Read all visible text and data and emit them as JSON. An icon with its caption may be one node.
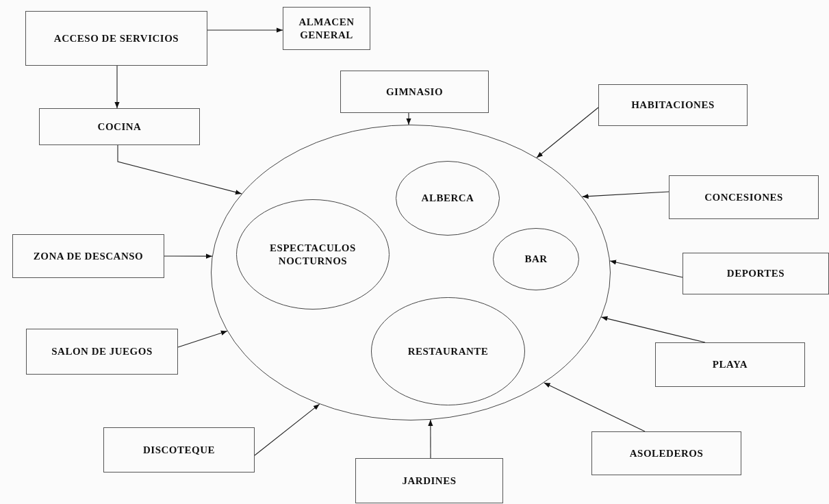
{
  "diagram": {
    "nodes": [
      {
        "text": [
          "ACCESO DE SERVICIOS"
        ]
      },
      {
        "text": [
          "ALMACEN GENERAL"
        ]
      },
      {
        "text": [
          "GIMNASIO"
        ]
      },
      {
        "text": [
          "HABITACIONES"
        ]
      },
      {
        "text": [
          "COCINA"
        ]
      },
      {
        "text": [],
        "shape": "circle"
      },
      {
        "text": [
          "ALBERCA"
        ],
        "in": 5
      },
      {
        "text": [
          "ESPECTACULOS NOCTURNOS"
        ],
        "in": 5
      },
      {
        "text": [
          "BAR"
        ],
        "in": 5
      },
      {
        "text": [
          "RESTAURANTE"
        ],
        "in": 5
      },
      {
        "text": [
          "CONCESIONES"
        ]
      },
      {
        "text": [
          "ZONA DE DESCANSO"
        ]
      },
      {
        "text": [
          "DEPORTES"
        ]
      },
      {
        "text": [
          "SALON DE JUEGOS"
        ]
      },
      {
        "text": [
          "PLAYA"
        ]
      },
      {
        "text": [
          "DISCOTEQUE"
        ]
      },
      {
        "text": [
          "ASOLEDEROS"
        ]
      },
      {
        "text": [
          "JARDINES"
        ]
      }
    ],
    "edges": [
      {
        "from": 0,
        "to": 1,
        "arrow": "to"
      },
      {
        "from": 0,
        "to": 4,
        "arrow": "to"
      },
      {
        "from": 4,
        "to": 5,
        "arrow": "to"
      },
      {
        "from": 2,
        "to": 5,
        "arrow": "to"
      },
      {
        "from": 3,
        "to": 5,
        "arrow": "to"
      },
      {
        "from": 10,
        "to": 5,
        "arrow": "to"
      },
      {
        "from": 11,
        "to": 5,
        "arrow": "to"
      },
      {
        "from": 12,
        "to": 5,
        "arrow": "to"
      },
      {
        "from": 13,
        "to": 5,
        "arrow": "to"
      },
      {
        "from": 14,
        "to": 5,
        "arrow": "to"
      },
      {
        "from": 15,
        "to": 5,
        "arrow": "to"
      },
      {
        "from": 16,
        "to": 5,
        "arrow": "to"
      },
      {
        "from": 17,
        "to": 5,
        "arrow": "to"
      }
    ]
  }
}
